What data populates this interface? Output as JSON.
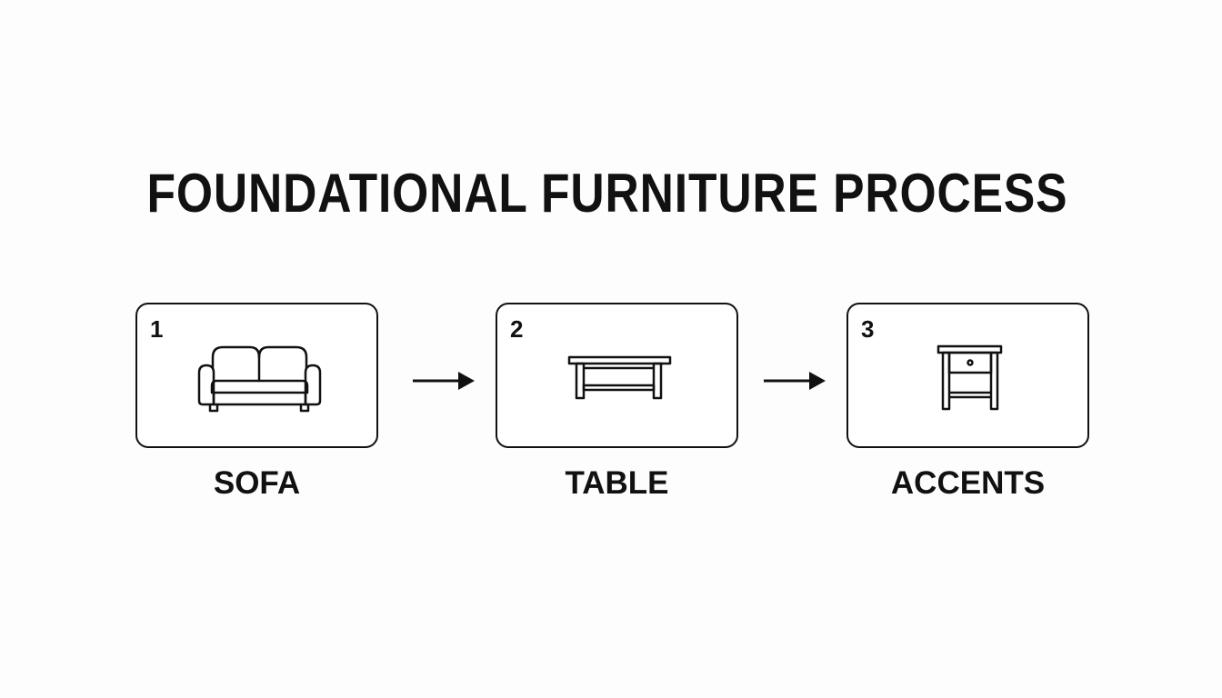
{
  "diagram": {
    "title": "FOUNDATIONAL FURNITURE PROCESS",
    "steps": [
      {
        "number": "1",
        "label": "SOFA",
        "icon": "sofa-icon"
      },
      {
        "number": "2",
        "label": "TABLE",
        "icon": "table-icon"
      },
      {
        "number": "3",
        "label": "ACCENTS",
        "icon": "nightstand-icon"
      }
    ],
    "connectors": [
      "arrow-right-icon",
      "arrow-right-icon"
    ]
  },
  "colors": {
    "background": "#fdfdfd",
    "ink": "#111111",
    "box_fill": "#ffffff"
  }
}
